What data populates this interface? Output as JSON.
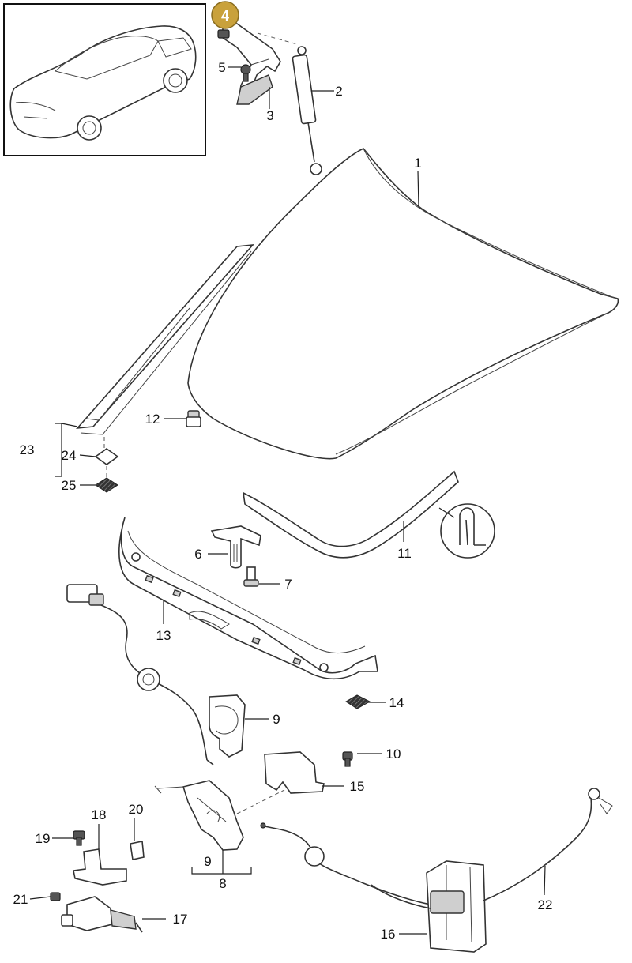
{
  "diagram": {
    "badge_number": "4",
    "part_labels": {
      "p1": "1",
      "p2": "2",
      "p3": "3",
      "p5": "5",
      "p6": "6",
      "p7": "7",
      "p8": "8",
      "p9a": "9",
      "p9b": "9",
      "p10": "10",
      "p11": "11",
      "p12": "12",
      "p13": "13",
      "p14": "14",
      "p15": "15",
      "p16": "16",
      "p17": "17",
      "p18": "18",
      "p19": "19",
      "p20": "20",
      "p21": "21",
      "p22": "22",
      "p23": "23",
      "p24": "24",
      "p25": "25"
    },
    "colors": {
      "badge_fill": "#c9a13b",
      "line": "#333333",
      "background": "#ffffff"
    }
  }
}
